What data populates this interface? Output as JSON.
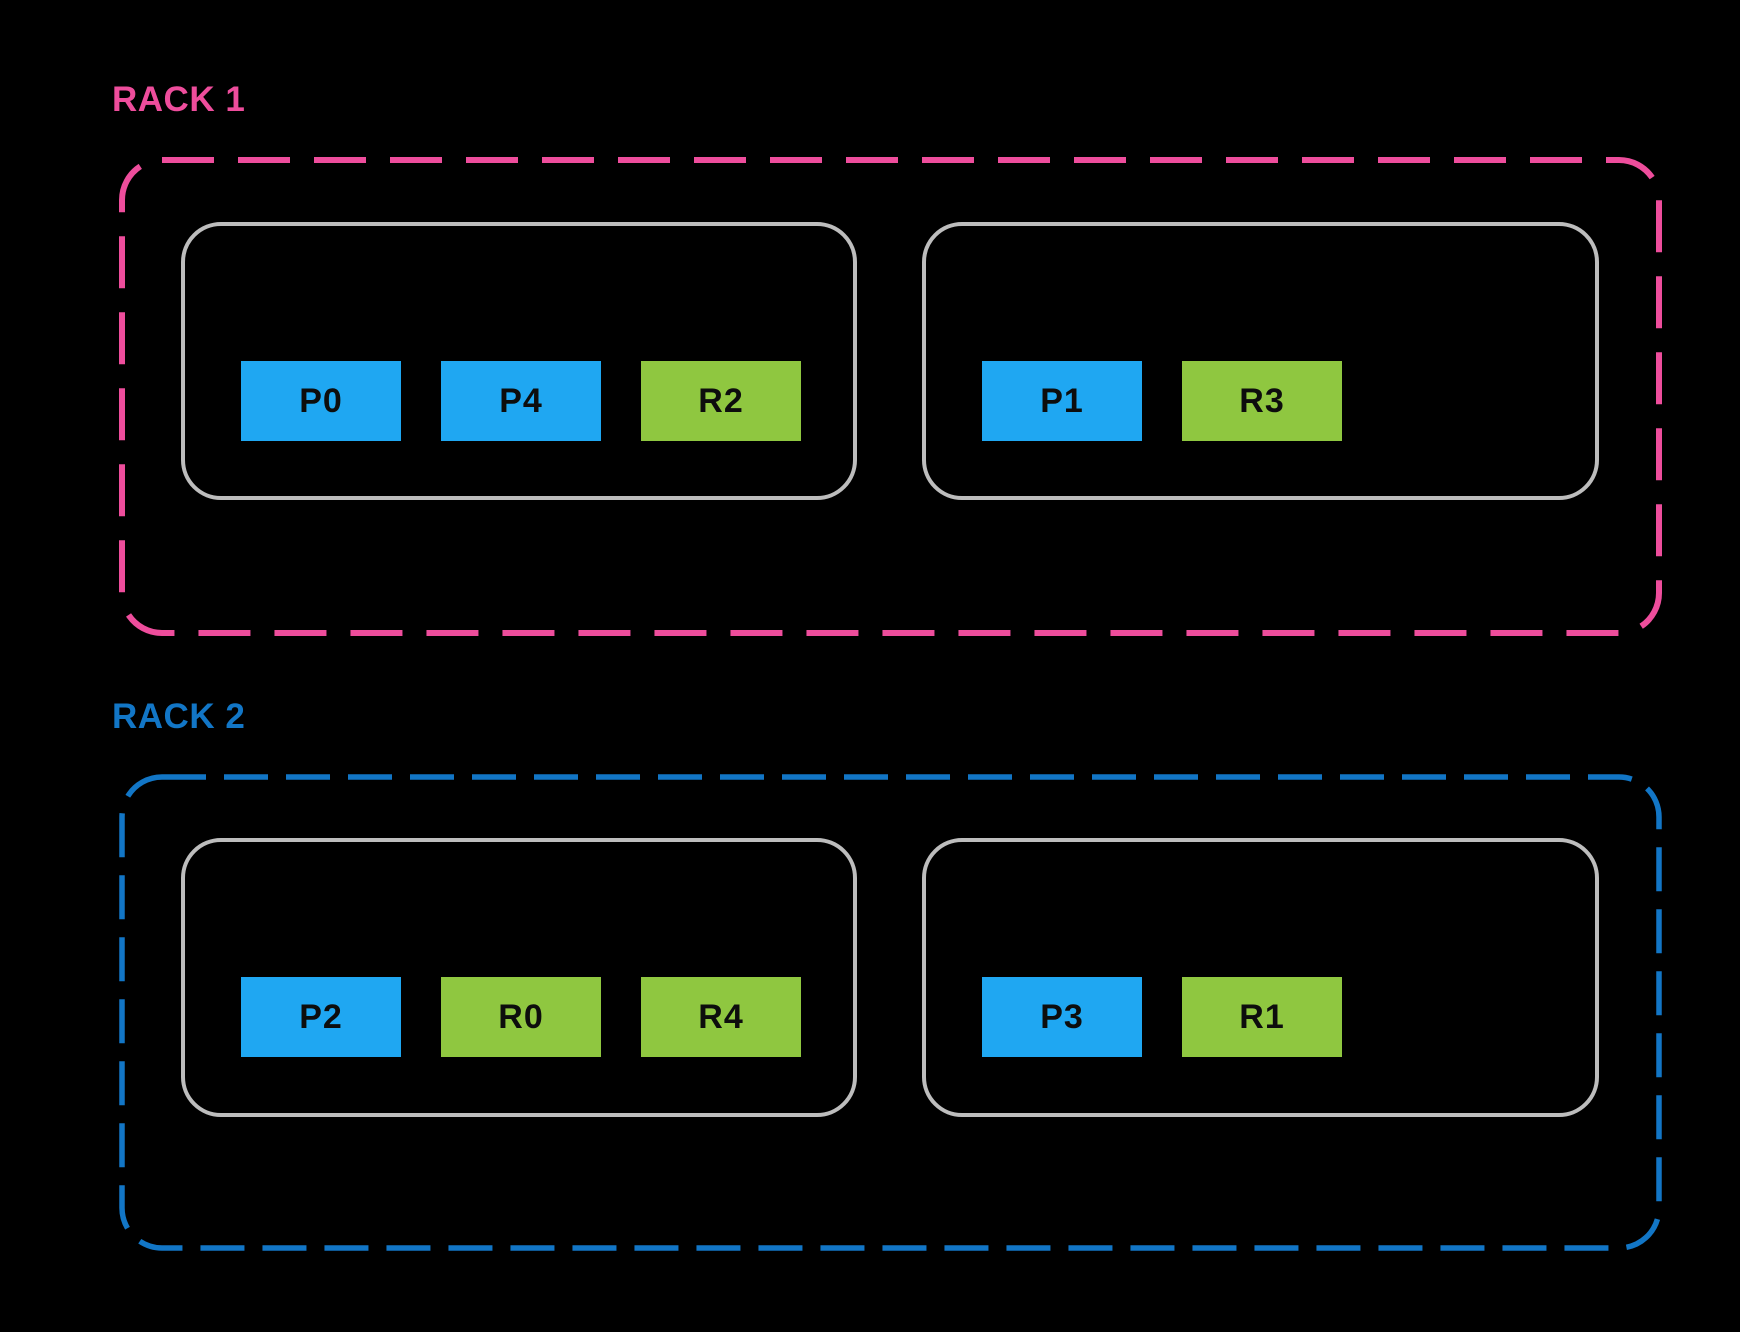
{
  "diagram": {
    "background_color": "#000000",
    "node_border_color": "#BDBDBD",
    "primary_shard_color": "#1FA7F2",
    "replica_shard_color": "#8FC740",
    "racks": [
      {
        "label": "RACK 1",
        "accent_color": "#EE4D9C",
        "nodes": [
          {
            "boxes": [
              {
                "label": "P0",
                "type": "primary"
              },
              {
                "label": "P4",
                "type": "primary"
              },
              {
                "label": "R2",
                "type": "replica"
              }
            ]
          },
          {
            "boxes": [
              {
                "label": "P1",
                "type": "primary"
              },
              {
                "label": "R3",
                "type": "replica"
              }
            ]
          }
        ]
      },
      {
        "label": "RACK 2",
        "accent_color": "#1276C6",
        "nodes": [
          {
            "boxes": [
              {
                "label": "P2",
                "type": "primary"
              },
              {
                "label": "R0",
                "type": "replica"
              },
              {
                "label": "R4",
                "type": "replica"
              }
            ]
          },
          {
            "boxes": [
              {
                "label": "P3",
                "type": "primary"
              },
              {
                "label": "R1",
                "type": "replica"
              }
            ]
          }
        ]
      }
    ]
  }
}
